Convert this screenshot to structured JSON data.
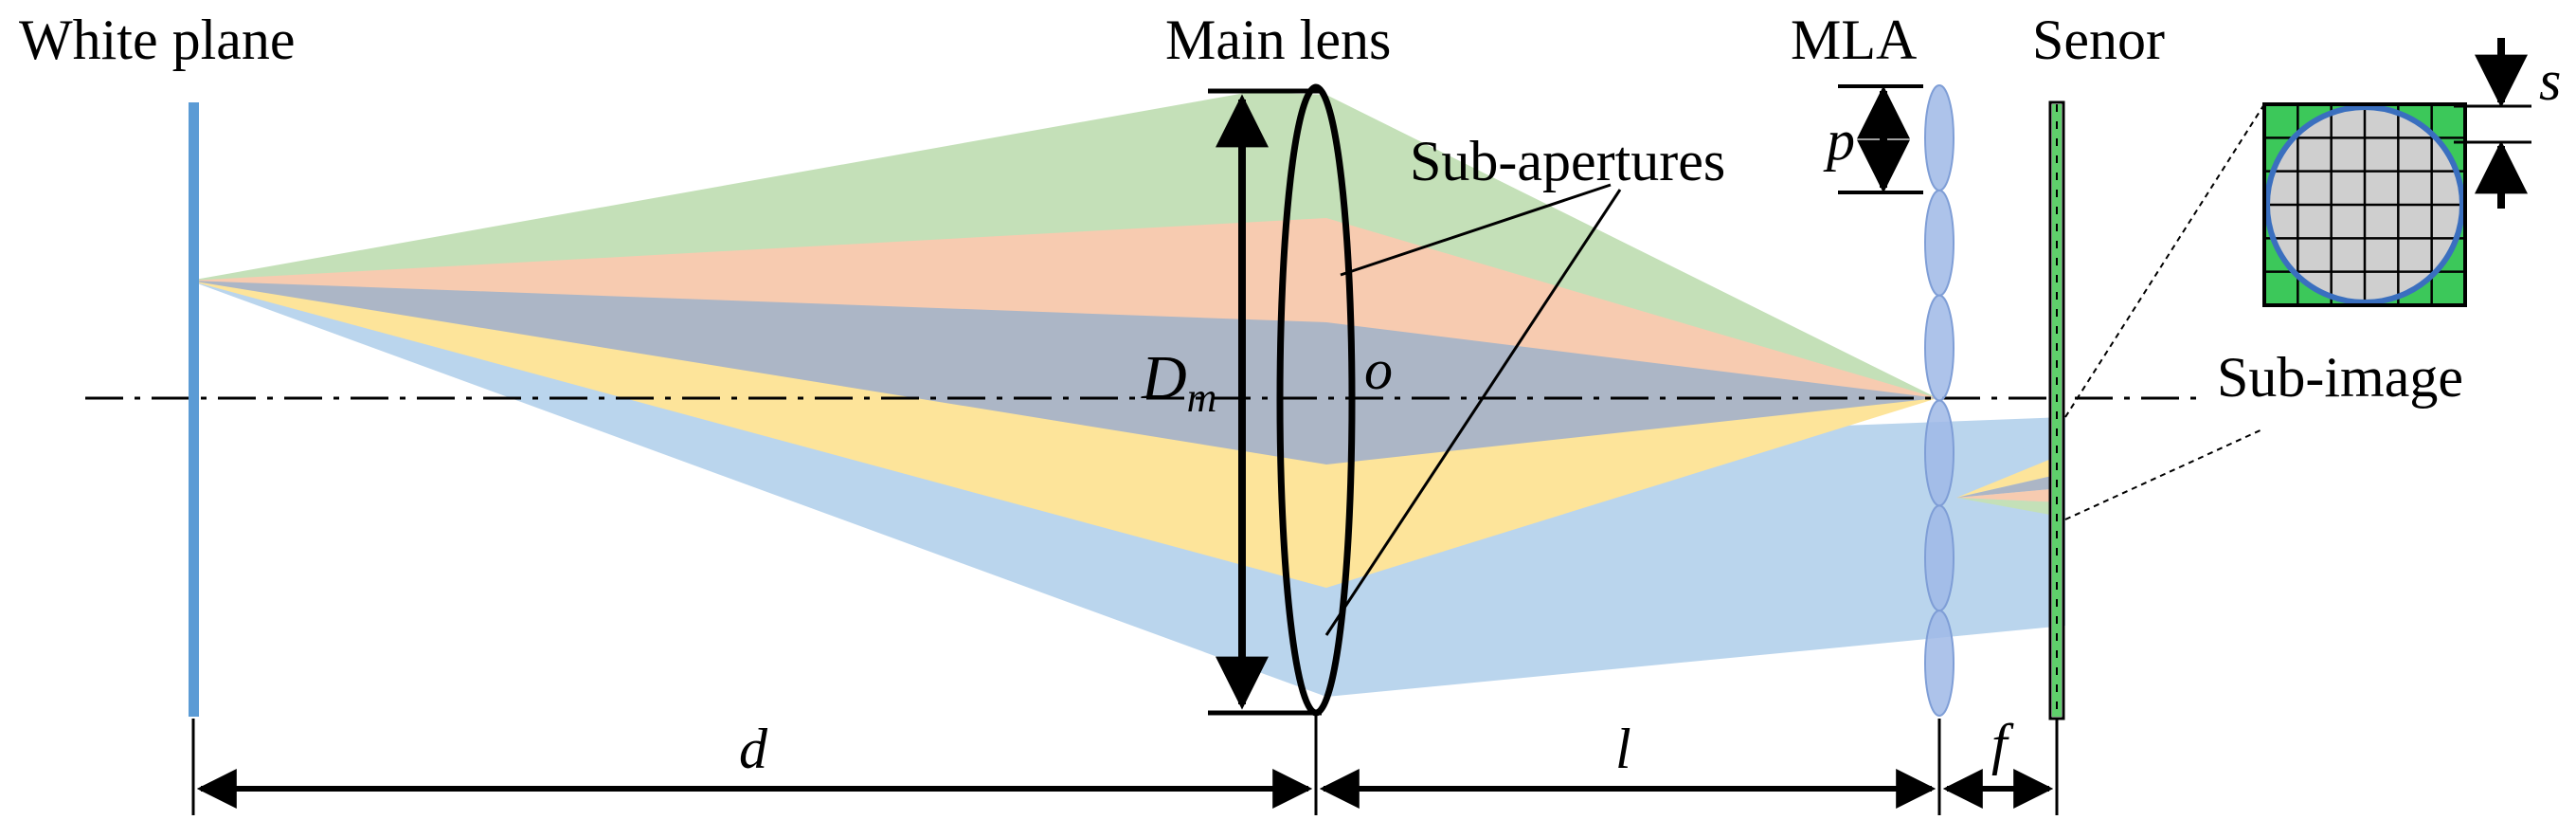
{
  "labels": {
    "white_plane": "White plane",
    "main_lens": "Main lens",
    "mla": "MLA",
    "sensor": "Senor",
    "sub_apertures": "Sub-apertures",
    "sub_image": "Sub-image"
  },
  "symbols": {
    "p": "p",
    "s": "s",
    "dm": "D",
    "dm_sub": "m",
    "o": "o",
    "d": "d",
    "l": "l",
    "f": "f"
  },
  "colors": {
    "green_cone": "#c4e0b8",
    "orange_cone": "#f7cbb0",
    "gray_cone": "#acb6c6",
    "yellow_cone": "#fde49a",
    "blue_cone": "#bad5ed",
    "white_plane": "#5b9bd5",
    "microlens": "#9fb8e6",
    "sensor": "#5fcf6b",
    "subimage_green": "#3cc85a",
    "subimage_gray": "#cfcfcf",
    "subimage_circle": "#3a6fbf"
  }
}
